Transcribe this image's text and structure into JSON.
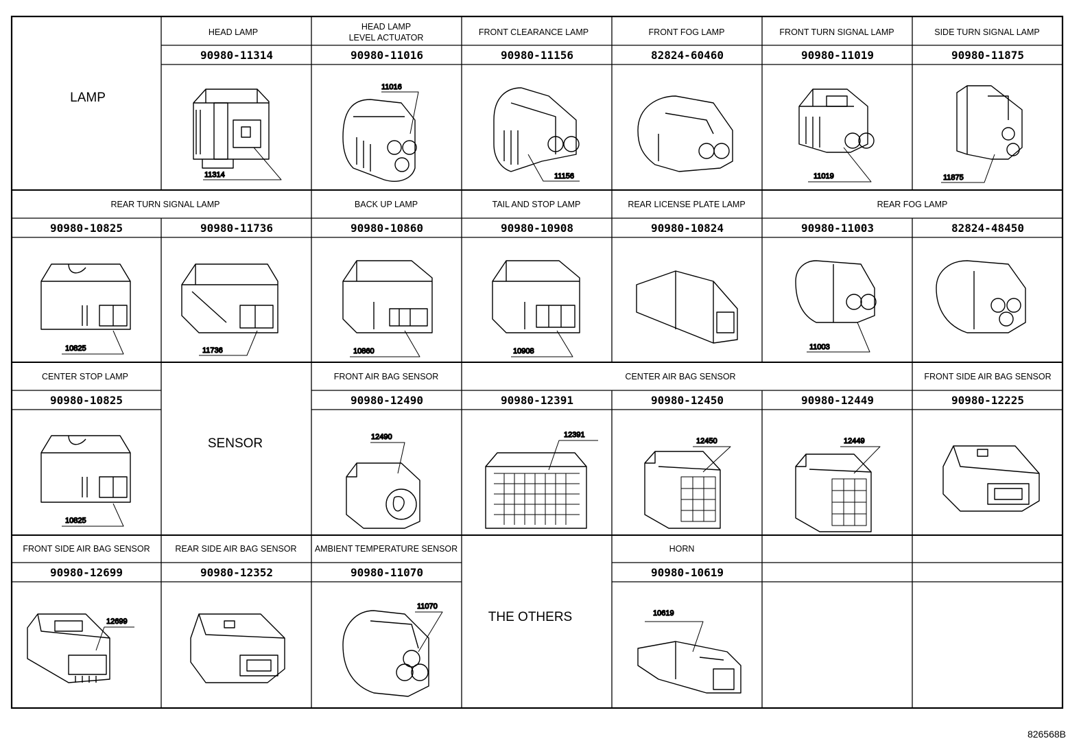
{
  "sections": {
    "lamp": "LAMP",
    "sensor": "SENSOR",
    "others": "THE OTHERS"
  },
  "headers": {
    "head_lamp": "HEAD LAMP",
    "head_lamp_level_1": "HEAD LAMP",
    "head_lamp_level_2": "LEVEL ACTUATOR",
    "front_clearance_lamp": "FRONT CLEARANCE LAMP",
    "front_fog_lamp": "FRONT FOG LAMP",
    "front_turn_signal_lamp": "FRONT TURN SIGNAL LAMP",
    "side_turn_signal_lamp": "SIDE TURN SIGNAL LAMP",
    "rear_turn_signal_lamp": "REAR TURN SIGNAL LAMP",
    "back_up_lamp": "BACK UP LAMP",
    "tail_and_stop_lamp": "TAIL AND STOP LAMP",
    "rear_license_plate_lamp": "REAR LICENSE PLATE LAMP",
    "rear_fog_lamp": "REAR FOG LAMP",
    "center_stop_lamp": "CENTER STOP LAMP",
    "front_air_bag_sensor": "FRONT AIR BAG SENSOR",
    "center_air_bag_sensor": "CENTER AIR BAG SENSOR",
    "front_side_air_bag_sensor": "FRONT SIDE AIR BAG SENSOR",
    "rear_side_air_bag_sensor": "REAR SIDE AIR BAG SENSOR",
    "ambient_temperature_sensor": "AMBIENT TEMPERATURE SENSOR",
    "horn": "HORN"
  },
  "part_numbers": {
    "r1c1": "90980-11314",
    "r1c2": "90980-11016",
    "r1c3": "90980-11156",
    "r1c4": "82824-60460",
    "r1c5": "90980-11019",
    "r1c6": "90980-11875",
    "r2c0": "90980-10825",
    "r2c1": "90980-11736",
    "r2c2": "90980-10860",
    "r2c3": "90980-10908",
    "r2c4": "90980-10824",
    "r2c5": "90980-11003",
    "r2c6": "82824-48450",
    "r3c0": "90980-10825",
    "r3c2": "90980-12490",
    "r3c3": "90980-12391",
    "r3c4": "90980-12450",
    "r3c5": "90980-12449",
    "r3c6": "90980-12225",
    "r4c0": "90980-12699",
    "r4c1": "90980-12352",
    "r4c2": "90980-11070",
    "r4c4": "90980-10619"
  },
  "callouts": {
    "r1c1": "11314",
    "r1c2": "11016",
    "r1c3": "11156",
    "r1c5": "11019",
    "r1c6": "11875",
    "r2c0": "10825",
    "r2c1": "11736",
    "r2c2": "10860",
    "r2c3": "10908",
    "r2c5": "11003",
    "r3c0": "10825",
    "r3c2": "12490",
    "r3c3": "12391",
    "r3c4": "12450",
    "r3c5": "12449",
    "r4c0": "12699",
    "r4c2": "11070",
    "r4c4": "10619"
  },
  "footer_code": "826568B"
}
